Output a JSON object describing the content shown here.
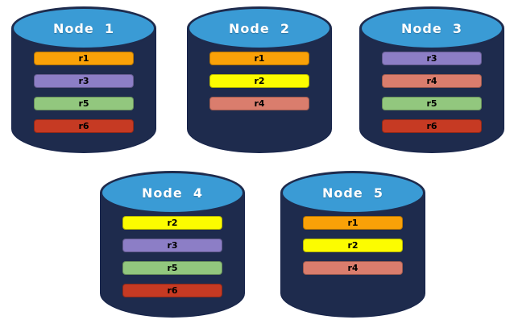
{
  "diagram": {
    "background": "#ffffff",
    "node_style": {
      "body_color": "#1e2b4d",
      "top_color": "#3a9bd5",
      "outline_color": "#16234a",
      "label_color": "#ffffff"
    },
    "replica_colors": {
      "r1": "#f9a108",
      "r2": "#fcfc00",
      "r3": "#8c7ec6",
      "r4": "#da7d6d",
      "r5": "#92c77e",
      "r6": "#c63a23"
    },
    "nodes": [
      {
        "label": "Node  1",
        "replicas": [
          "r1",
          "r3",
          "r5",
          "r6"
        ]
      },
      {
        "label": "Node  2",
        "replicas": [
          "r1",
          "r2",
          "r4"
        ]
      },
      {
        "label": "Node  3",
        "replicas": [
          "r3",
          "r4",
          "r5",
          "r6"
        ]
      },
      {
        "label": "Node  4",
        "replicas": [
          "r2",
          "r3",
          "r5",
          "r6"
        ]
      },
      {
        "label": "Node  5",
        "replicas": [
          "r1",
          "r2",
          "r4"
        ]
      }
    ]
  }
}
